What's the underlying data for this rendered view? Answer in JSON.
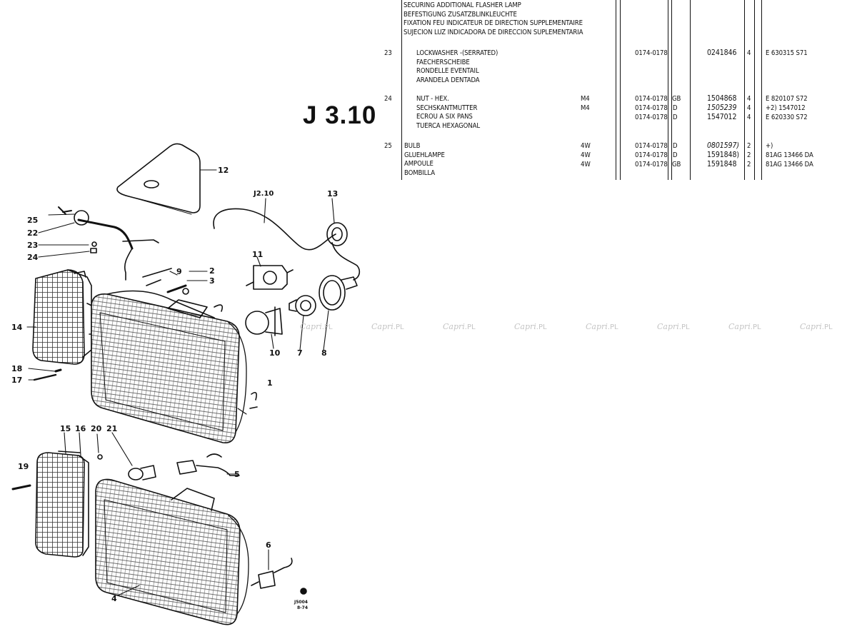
{
  "title": "J 3.10",
  "header_lines": [
    "SECURING ADDITIONAL FLASHER LAMP",
    "BEFESTIGUNG ZUSATZBLINKLEUCHTE",
    "FIXATION FEU INDICATEUR DE DIRECTION SUPPLEMENTAIRE",
    "SUJECION LUZ INDICADORA DE DIRECCION SUPLEMENTARIA"
  ],
  "items": [
    {
      "ref": "23",
      "desc": [
        "LOCKWASHER -(SERRATED)",
        "FAECHERSCHEIBE",
        "RONDELLE EVENTAIL",
        "ARANDELA DENTADA"
      ],
      "rows": [
        {
          "spec": "",
          "date": "0174-0178",
          "mkt": "",
          "part": "0241846",
          "qty": "4",
          "ref_no": "E 630315 S71"
        }
      ]
    },
    {
      "ref": "24",
      "desc": [
        "NUT - HEX.",
        "SECHSKANTMUTTER",
        "ECROU A SIX PANS",
        "TUERCA HEXAGONAL"
      ],
      "rows": [
        {
          "spec": "M4",
          "date": "0174-0178",
          "mkt": "GB",
          "part": "1504868",
          "qty": "4",
          "ref_no": "E 820107 S72"
        },
        {
          "spec": "M4",
          "date": "0174-0178",
          "mkt": "D",
          "part": "1505239",
          "qty": "4",
          "ref_no": "+2) 1547012"
        },
        {
          "spec": "",
          "date": "0174-0178",
          "mkt": "D",
          "part": "1547012",
          "qty": "4",
          "ref_no": "E 620330 S72"
        }
      ]
    },
    {
      "ref": "25",
      "desc": [
        "BULB",
        "GLUEHLAMPE",
        "AMPOULE",
        "BOMBILLA"
      ],
      "rows": [
        {
          "spec": "4W",
          "date": "0174-0178",
          "mkt": "D",
          "part": "0801597)",
          "qty": "2",
          "ref_no": "+)"
        },
        {
          "spec": "4W",
          "date": "0174-0178",
          "mkt": "D",
          "part": "1591848)",
          "qty": "2",
          "ref_no": "81AG 13466 DA"
        },
        {
          "spec": "4W",
          "date": "0174-0178",
          "mkt": "GB",
          "part": "1591848",
          "qty": "2",
          "ref_no": "81AG 13466 DA"
        }
      ]
    }
  ],
  "callouts": [
    "1",
    "2",
    "3",
    "4",
    "5",
    "6",
    "7",
    "8",
    "9",
    "10",
    "11",
    "12",
    "13",
    "14",
    "15",
    "16",
    "17",
    "18",
    "19",
    "20",
    "21",
    "22",
    "23",
    "24",
    "25"
  ],
  "harness_label": "J2.10",
  "drawing_code": [
    "J5004",
    "8-74"
  ],
  "watermark_brand": "Capri",
  "watermark_tld": ".PL"
}
